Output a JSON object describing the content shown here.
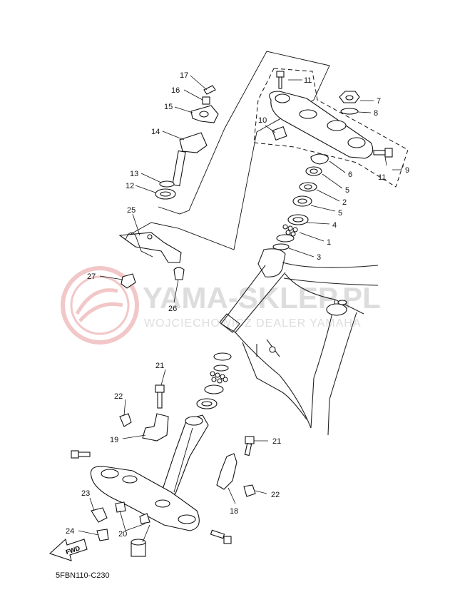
{
  "watermark": {
    "title": "YAMA-SKLEP.PL",
    "subtitle": "WOJCIECHOWICZ DEALER YAMAHA",
    "color": "#f2c7c7"
  },
  "diagram_code": "5FBN110-C230",
  "fwd_label": "FWD",
  "callouts": {
    "c1": "1",
    "c2": "2",
    "c3": "3",
    "c4": "4",
    "c5a": "5",
    "c5b": "5",
    "c6": "6",
    "c7": "7",
    "c8": "8",
    "c9": "9",
    "c10": "10",
    "c11a": "11",
    "c11b": "11",
    "c12": "12",
    "c13": "13",
    "c14": "14",
    "c15": "15",
    "c16": "16",
    "c17": "17",
    "c18": "18",
    "c19": "19",
    "c20": "20",
    "c21a": "21",
    "c21b": "21",
    "c22a": "22",
    "c22b": "22",
    "c23": "23",
    "c24": "24",
    "c25": "25",
    "c26": "26",
    "c27": "27"
  }
}
